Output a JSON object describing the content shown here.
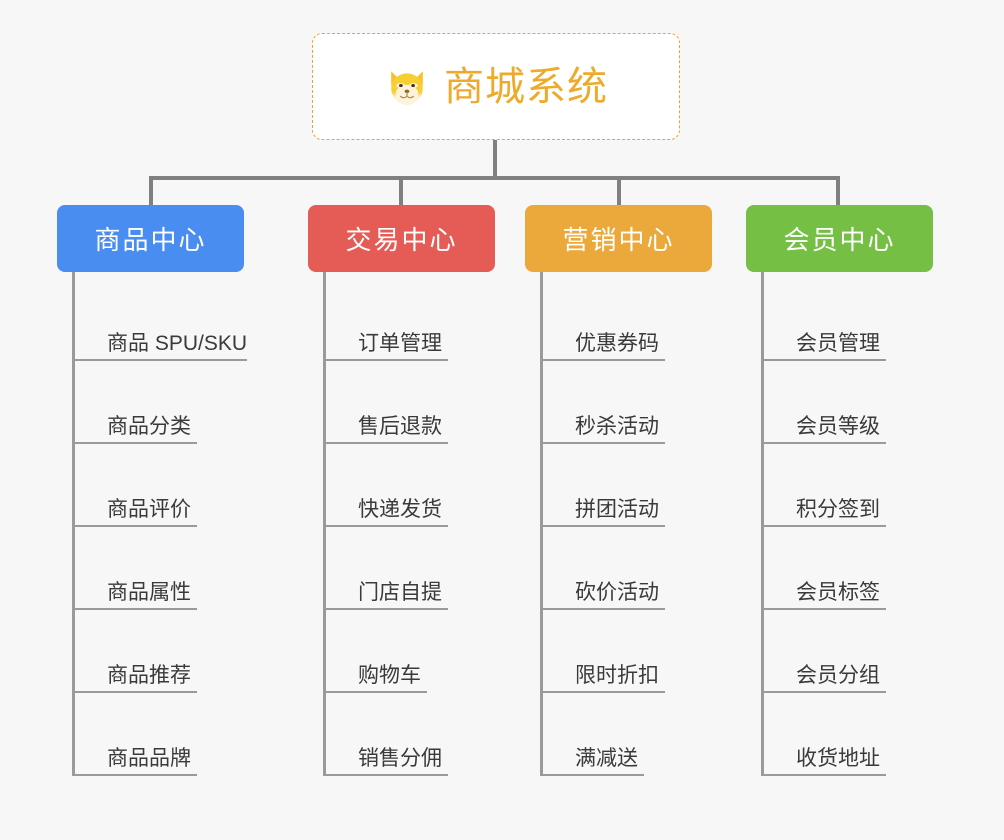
{
  "canvas": {
    "background": "#f7f7f7",
    "connector_color": "#808080",
    "leaf_line_color": "#9a9a9a",
    "leaf_text_color": "#3a3a3a"
  },
  "root": {
    "icon": "shiba-dog-face-emoji",
    "title": "商城系统",
    "title_color": "#edaa2b",
    "border_color": "#e8a33d",
    "background": "#ffffff"
  },
  "columns": [
    {
      "id": "product-center",
      "header": "商品中心",
      "color": "#4a8df0",
      "items": [
        "商品 SPU/SKU",
        "商品分类",
        "商品评价",
        "商品属性",
        "商品推荐",
        "商品品牌"
      ]
    },
    {
      "id": "trade-center",
      "header": "交易中心",
      "color": "#e55b55",
      "items": [
        "订单管理",
        "售后退款",
        "快递发货",
        "门店自提",
        "购物车",
        "销售分佣"
      ]
    },
    {
      "id": "marketing-center",
      "header": "营销中心",
      "color": "#eaa93a",
      "items": [
        "优惠券码",
        "秒杀活动",
        "拼团活动",
        "砍价活动",
        "限时折扣",
        "满减送"
      ]
    },
    {
      "id": "member-center",
      "header": "会员中心",
      "color": "#74bf44",
      "items": [
        "会员管理",
        "会员等级",
        "积分签到",
        "会员标签",
        "会员分组",
        "收货地址"
      ]
    }
  ]
}
